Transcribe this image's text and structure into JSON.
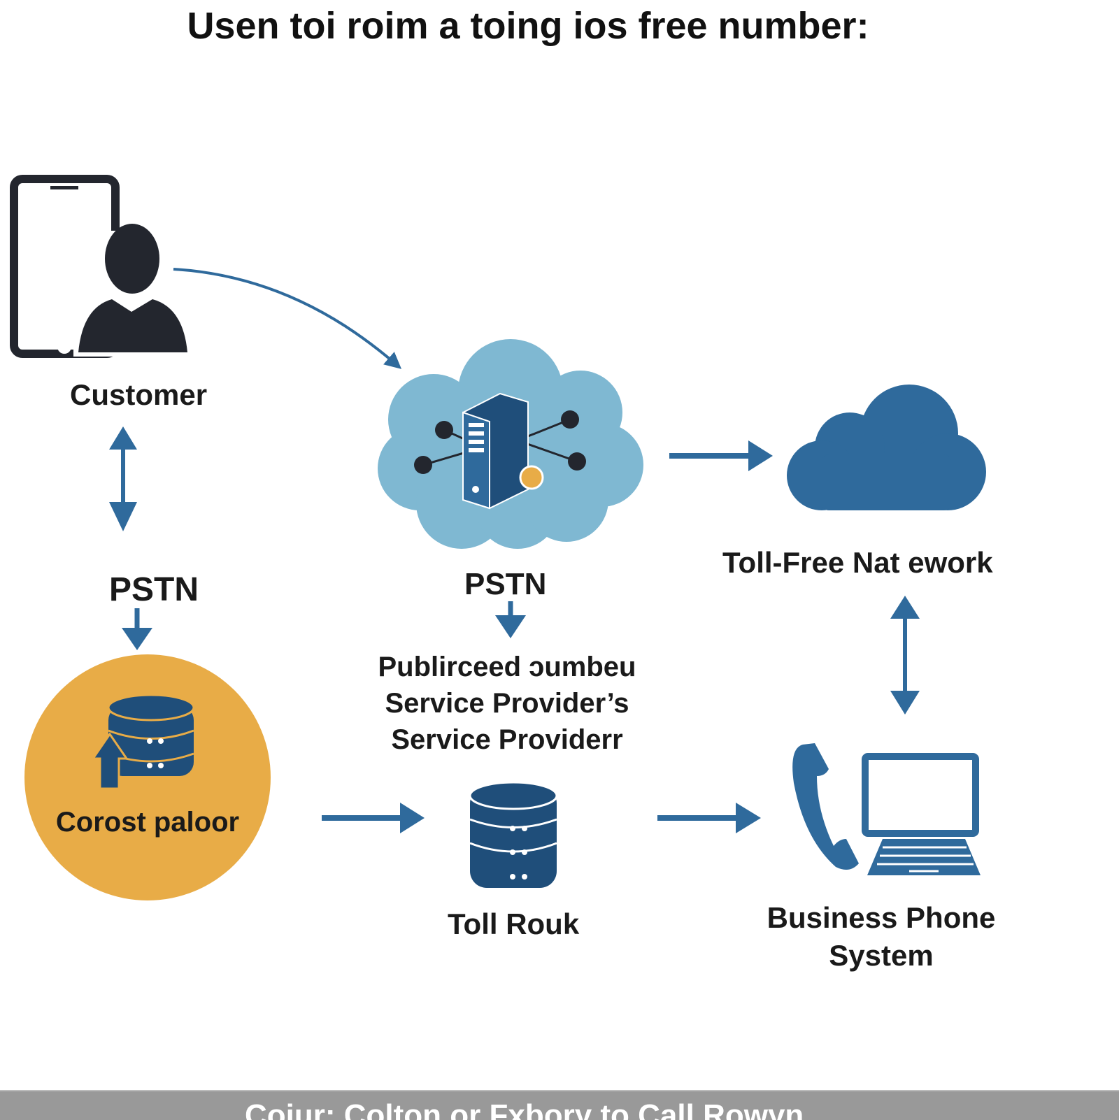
{
  "title": "Usen toi roim a toing ios free number:",
  "nodes": {
    "customer": "Customer",
    "pstn_left": "PSTN",
    "pstn_center": "PSTN",
    "toll_free_network": "Toll-Free Nat ework",
    "provider_lines": [
      "Publirceed ɔumbeu",
      "Service Provider’s",
      "Service Providerr"
    ],
    "corost_paloor": "Corost paloor",
    "toll_rouk": "Toll Rouk",
    "business_phone_lines": [
      "Business Phone",
      "System"
    ]
  },
  "footer": "Coiur: Colton or Fxbory to Call Rowyn",
  "colors": {
    "blue": "#2f6a9c",
    "light_blue": "#7fb8d2",
    "orange": "#e8ac47",
    "dark": "#23262e",
    "footer_gray": "#999999"
  },
  "icons": [
    "smartphone-icon",
    "person-icon",
    "server-cloud-icon",
    "cloud-icon",
    "database-icon",
    "phone-handset-icon",
    "laptop-icon"
  ]
}
